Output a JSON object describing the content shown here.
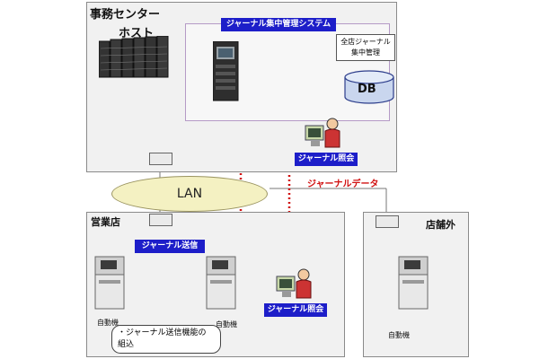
{
  "center": {
    "title_line1": "事務センター",
    "title_line2": "ホスト"
  },
  "journal_system": {
    "label": "ジャーナル集中管理システム"
  },
  "db": {
    "label": "DB",
    "note_line1": "全店ジャーナル",
    "note_line2": "集中管理"
  },
  "center_inquiry": {
    "label": "ジャーナル照会"
  },
  "lan": {
    "label": "LAN"
  },
  "journal_data": {
    "label": "ジャーナルデータ"
  },
  "branch": {
    "title": "営業店",
    "send_label": "ジャーナル送信",
    "inquiry_label": "ジャーナル照会",
    "atm1_label": "自動機",
    "atm2_label": "自動機",
    "callout_line1": "・ジャーナル送信機能の",
    "callout_line2": "組込"
  },
  "offsite": {
    "title": "店舗外",
    "atm_label": "自動機"
  },
  "colors": {
    "flow_red": "#d01010",
    "label_blue": "#1d1ec9",
    "lan_fill": "#f4f1c2"
  }
}
